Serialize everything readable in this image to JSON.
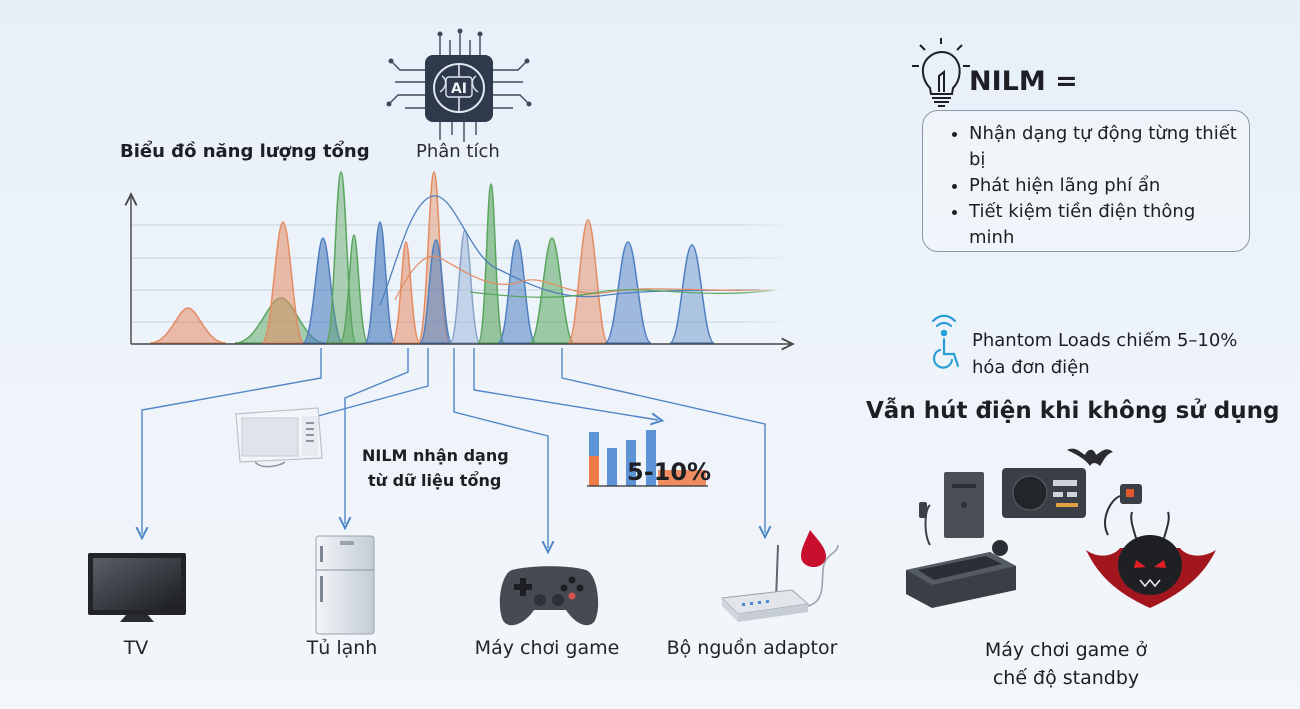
{
  "chart": {
    "title": "Biểu đồ năng lượng tổng"
  },
  "ai": {
    "chip_label": "AI",
    "caption": "Phân tích"
  },
  "nilm_recognition": {
    "line1": "NILM nhận dạng",
    "line2": "từ dữ liệu tổng"
  },
  "phantom_chart": {
    "label": "5-10%"
  },
  "devices": [
    {
      "label": "TV"
    },
    {
      "label": "Tủ lạnh"
    },
    {
      "label": "Máy chơi game"
    },
    {
      "label": "Bộ nguồn adaptor"
    }
  ],
  "nilm_panel": {
    "heading": "NILM =",
    "bullets": [
      "Nhận dạng tự động từng thiết bị",
      "Phát hiện lãng phí ẩn",
      "Tiết kiệm tiền điện thông minh"
    ]
  },
  "phantom_note": {
    "text": "Phantom Loads chiếm 5–10% hóa đơn điện"
  },
  "standby": {
    "heading": "Vẫn hút điện khi không sử dụng",
    "label": "Máy chơi game ở chế độ standby"
  },
  "icons": [
    "lightbulb-icon",
    "wifi-person-icon",
    "ai-chip-icon",
    "tv-icon",
    "fridge-icon",
    "gamepad-icon",
    "router-icon",
    "microwave-icon",
    "blood-drop-icon",
    "bat-icon",
    "vampire-icon"
  ],
  "colors": {
    "blue_series": "#4f7fbf",
    "orange_series": "#e48b62",
    "green_series": "#5aa55e",
    "arrow": "#4f86c6"
  }
}
